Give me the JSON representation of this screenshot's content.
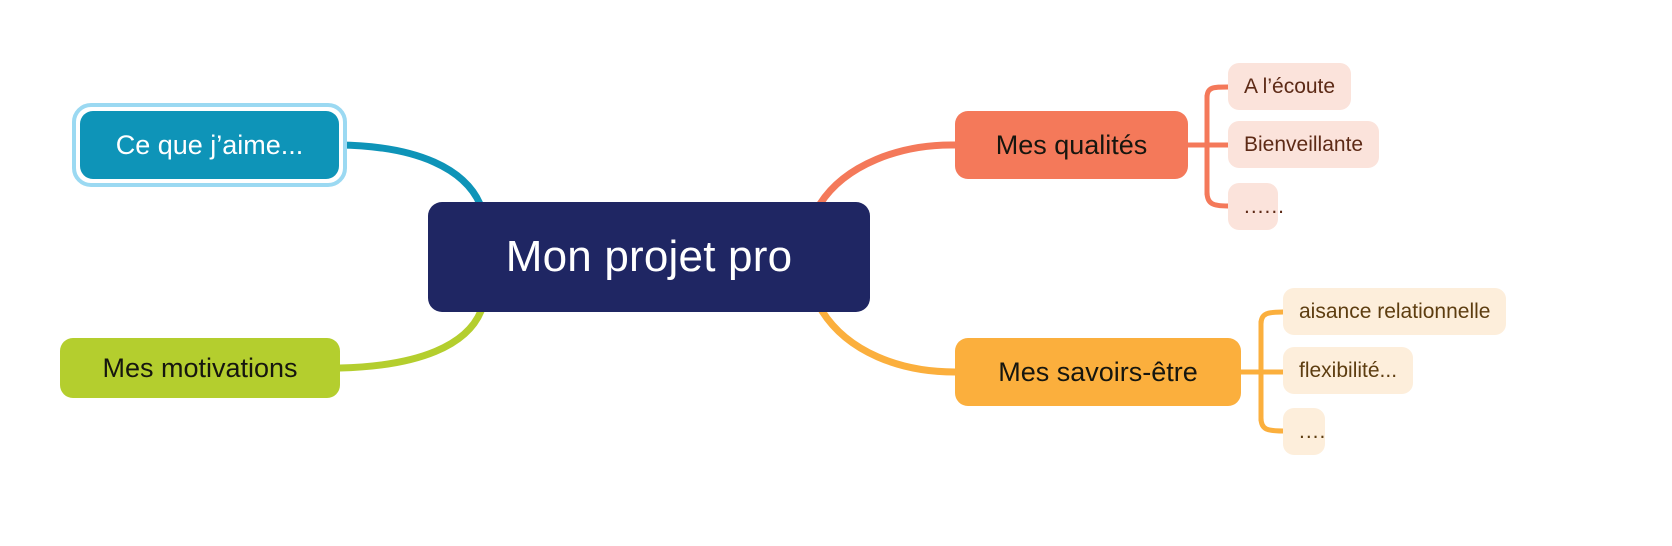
{
  "diagram": {
    "type": "mindmap",
    "title": "Mon projet pro",
    "background": "#ffffff",
    "root": {
      "label": "Mon projet pro",
      "color": "#1f2663",
      "text_color": "#ffffff"
    },
    "branches": [
      {
        "id": "ce-que-jaime",
        "label": "Ce que j’aime...",
        "color": "#0e94b8",
        "text_color": "#ffffff",
        "side": "left",
        "selected": true,
        "selection_color": "#9bd9f2",
        "children": []
      },
      {
        "id": "mes-motivations",
        "label": "Mes motivations",
        "color": "#b4ce2e",
        "text_color": "#16160f",
        "side": "left",
        "selected": false,
        "children": []
      },
      {
        "id": "mes-qualites",
        "label": "Mes qualités",
        "color": "#f4795a",
        "text_color": "#16160f",
        "side": "right",
        "selected": false,
        "child_color": "#fbe3db",
        "child_text_color": "#5d2a16",
        "children": [
          {
            "label": "A l’écoute"
          },
          {
            "label": "Bienveillante"
          },
          {
            "label": "......"
          }
        ]
      },
      {
        "id": "mes-savoirs-etre",
        "label": "Mes savoirs-être",
        "color": "#fbaf3d",
        "text_color": "#16160f",
        "side": "right",
        "selected": false,
        "child_color": "#fdeedb",
        "child_text_color": "#5d3d10",
        "children": [
          {
            "label": "aisance relationnelle"
          },
          {
            "label": "flexibilité..."
          },
          {
            "label": "...."
          }
        ]
      }
    ]
  }
}
